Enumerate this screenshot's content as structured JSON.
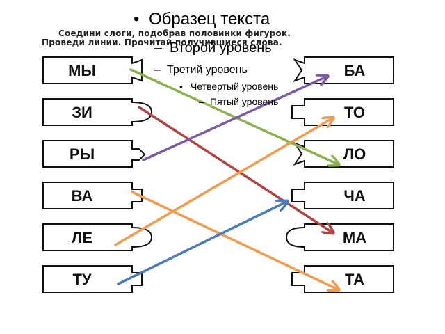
{
  "instructions": {
    "line1": "Соедини слоги, подобрав половинки фигурок.",
    "line2": "Проведи линии. Прочитай получившиеся слова."
  },
  "outline": {
    "level1": "Образец текста",
    "level2": "Второй уровень",
    "level3": "Третий уровень",
    "level4": "Четвертый уровень",
    "level5": "Пятый уровень"
  },
  "left_syllables": [
    "МЫ",
    "ЗИ",
    "РЫ",
    "ВА",
    "ЛЕ",
    "ТУ"
  ],
  "right_syllables": [
    "БА",
    "ТО",
    "ЛО",
    "ЧА",
    "МА",
    "ТА"
  ],
  "connections": [
    {
      "from": "МЫ",
      "to": "ЛО",
      "color": "#8db04e"
    },
    {
      "from": "ЗИ",
      "to": "МА",
      "color": "#b5413e"
    },
    {
      "from": "РЫ",
      "to": "БА",
      "color": "#7d5aa6"
    },
    {
      "from": "ВА",
      "to": "ТА",
      "color": "#f59a4b"
    },
    {
      "from": "ЛЕ",
      "to": "ТО",
      "color": "#f59a4b"
    },
    {
      "from": "ТУ",
      "to": "ЧА",
      "color": "#4a7bbf"
    }
  ]
}
